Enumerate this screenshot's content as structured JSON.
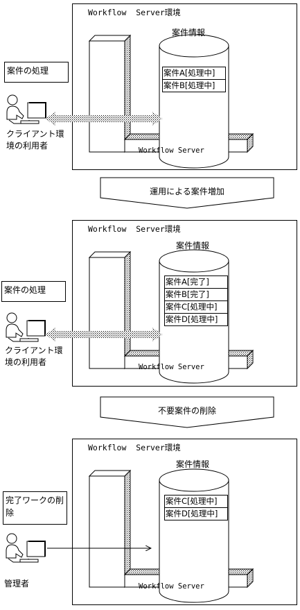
{
  "panels": [
    {
      "env_title": "Workflow  Server環境",
      "db_title": "案件情報",
      "server_label": "Workflow Server",
      "action": "案件の処理",
      "client_label": "クライアント環境の利用者",
      "cases": [
        "案件A[処理中]",
        "案件B[処理中]"
      ]
    },
    {
      "env_title": "Workflow  Server環境",
      "db_title": "案件情報",
      "server_label": "Workflow Server",
      "action": "案件の処理",
      "client_label": "クライアント環境の利用者",
      "cases": [
        "案件A[完了]",
        "案件B[完了]",
        "案件C[処理中]",
        "案件D[処理中]"
      ]
    },
    {
      "env_title": "Workflow  Server環境",
      "db_title": "案件情報",
      "server_label": "Workflow Server",
      "action": "完了ワークの削除",
      "client_label": "管理者",
      "cases": [
        "案件C[処理中]",
        "案件D[処理中]"
      ]
    }
  ],
  "steps": [
    "運用による案件増加",
    "不要案件の削除"
  ]
}
